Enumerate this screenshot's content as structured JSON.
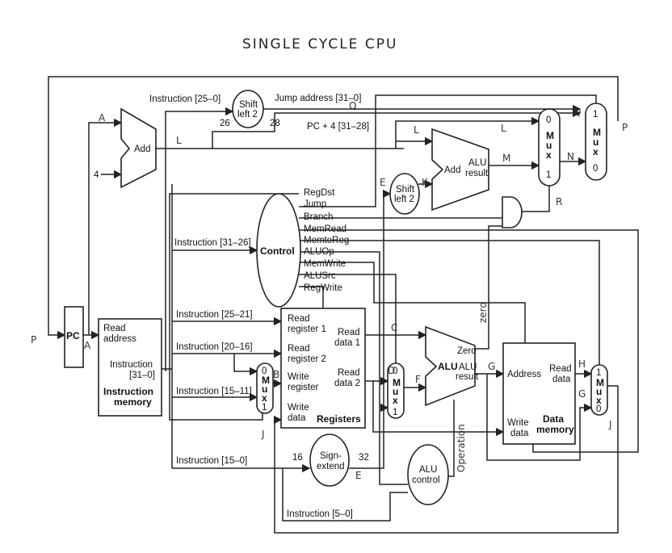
{
  "title": "SINGLE CYCLE CPU",
  "components": {
    "pc": "PC",
    "add_pc": "Add",
    "four": "4",
    "instruction_memory": {
      "read_address": [
        "Read",
        "address"
      ],
      "instruction": [
        "Instruction",
        "[31–0]"
      ],
      "name": [
        "Instruction",
        "memory"
      ]
    },
    "shift_left_2_jump": [
      "Shift",
      "left 2"
    ],
    "shift_left_2_branch": [
      "Shift",
      "left 2"
    ],
    "add_branch": {
      "name": "Add",
      "result": [
        "ALU",
        "result"
      ]
    },
    "control": "Control",
    "control_signals": [
      "RegDst",
      "Jump",
      "Branch",
      "MemRead",
      "MemtoReg",
      "ALUOp",
      "MemWrite",
      "ALUSrc",
      "RegWrite"
    ],
    "registers": {
      "read_register_1": [
        "Read",
        "register 1"
      ],
      "read_register_2": [
        "Read",
        "register 2"
      ],
      "write_register": [
        "Write",
        "register"
      ],
      "write_data": [
        "Write",
        "data"
      ],
      "read_data_1": [
        "Read",
        "data 1"
      ],
      "read_data_2": [
        "Read",
        "data 2"
      ],
      "name": "Registers"
    },
    "alu": {
      "name": "ALU",
      "zero": "Zero",
      "result": [
        "ALU",
        "result"
      ]
    },
    "data_memory": {
      "address": "Address",
      "read_data": [
        "Read",
        "data"
      ],
      "write_data": [
        "Write",
        "data"
      ],
      "name": [
        "Data",
        "memory"
      ]
    },
    "sign_extend": [
      "Sign-",
      "extend"
    ],
    "alu_control": [
      "ALU",
      "control"
    ],
    "mux_letters": [
      "M",
      "u",
      "x"
    ],
    "mux_inputs_zero_first": [
      "0",
      "1"
    ],
    "mux_inputs_one_first": [
      "1",
      "0"
    ]
  },
  "wire_labels": {
    "instruction_25_0": "Instruction [25–0]",
    "jump_address": "Jump address [31–0]",
    "pc4_31_28": "PC + 4 [31–28]",
    "bits_26": "26",
    "bits_28": "28",
    "instruction_31_26": "Instruction [31–26]",
    "instruction_25_21": "Instruction [25–21]",
    "instruction_20_16": "Instruction [20–16]",
    "instruction_15_11": "Instruction [15–11]",
    "instruction_15_0": "Instruction [15–0]",
    "instruction_5_0": "Instruction [5–0]",
    "bits_16": "16",
    "bits_32": "32"
  },
  "handwritten": {
    "A": "A",
    "A2": "A",
    "P_left": "P",
    "P_right": "P",
    "L1": "L",
    "L2": "L",
    "L3": "L",
    "M": "M",
    "N": "N",
    "Q1": "Q",
    "Q2": "Q",
    "R": "R",
    "E1": "E",
    "E2": "E",
    "K": "K",
    "B": "B",
    "C": "C",
    "D": "D",
    "F": "F",
    "G1": "G",
    "G2": "G",
    "H": "H",
    "J1": "J",
    "J2": "J",
    "zero": "zero",
    "operation": "Operation"
  }
}
